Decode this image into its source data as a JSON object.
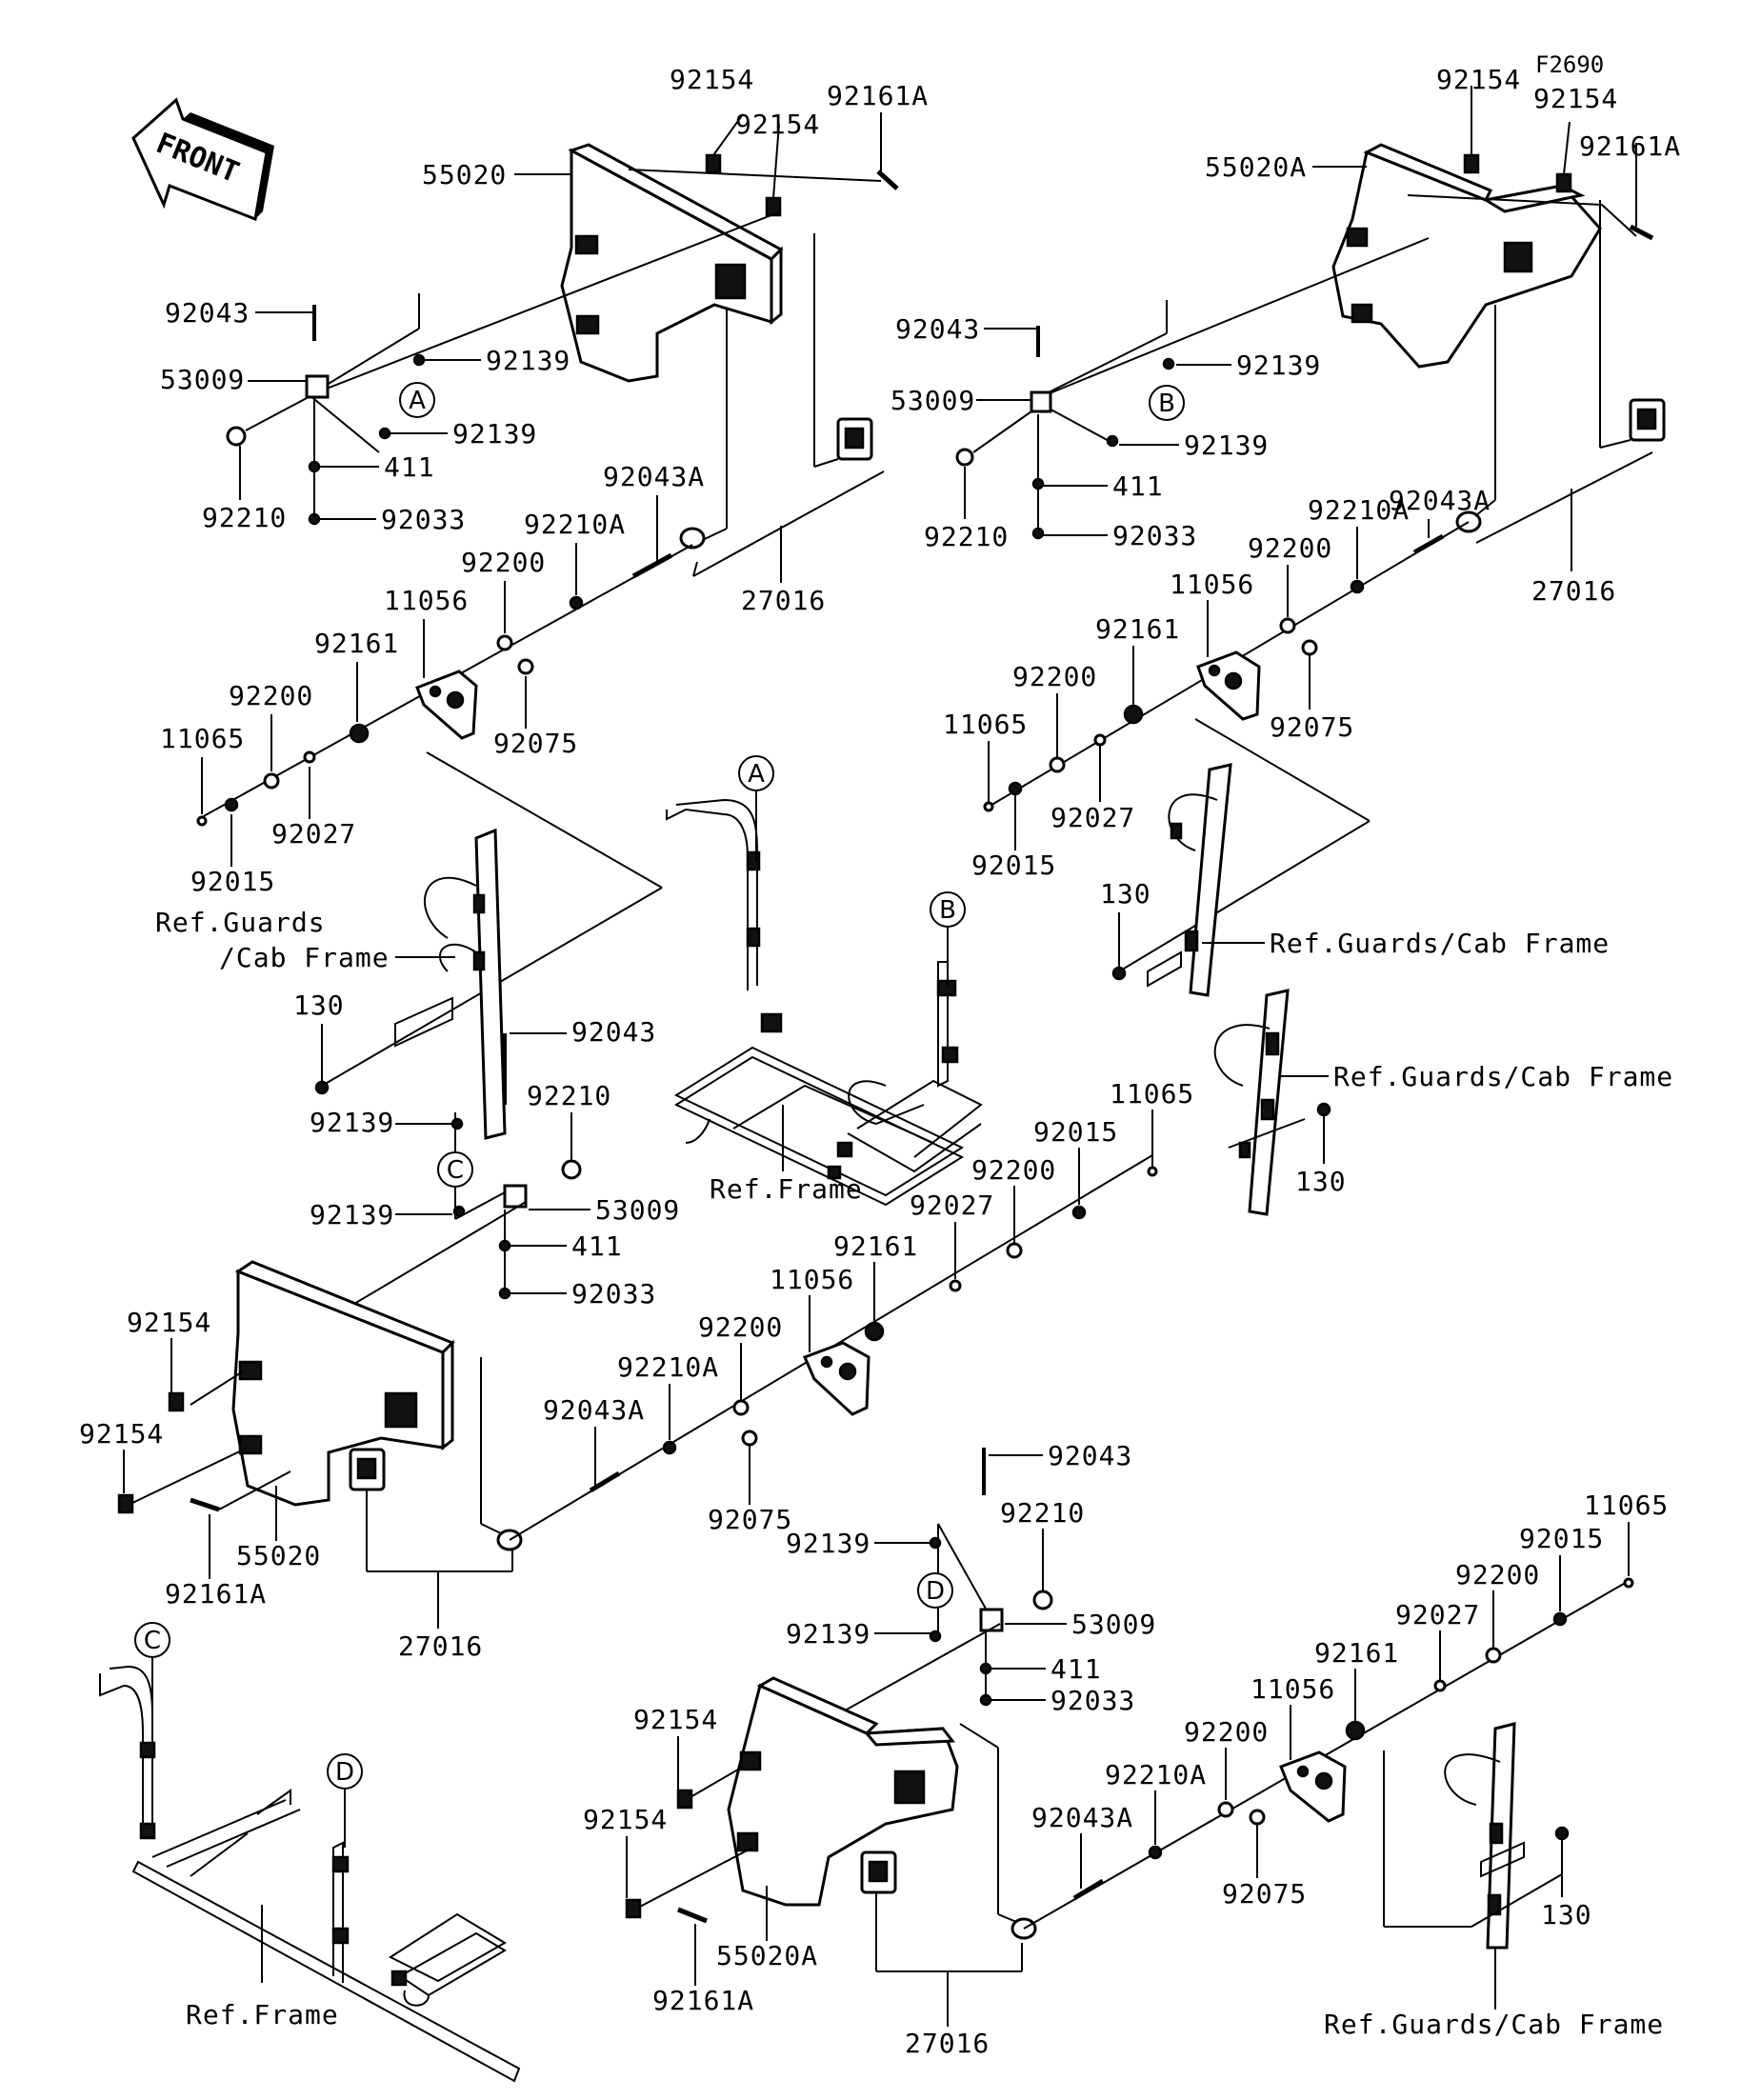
{
  "figure_code": "F2690",
  "front_arrow": "FRONT",
  "callouts": [
    "A",
    "B",
    "C",
    "D"
  ],
  "labels": {
    "q1": {
      "p92154a": "92154",
      "p92154b": "92154",
      "p92161A": "92161A",
      "p55020": "55020",
      "p92043": "92043",
      "p53009": "53009",
      "p92139a": "92139",
      "p92139b": "92139",
      "p411": "411",
      "p92210": "92210",
      "p92033": "92033",
      "p92043A": "92043A",
      "p92210A": "92210A",
      "p92200a": "92200",
      "p11056": "11056",
      "p27016": "27016",
      "p92161": "92161",
      "p92200b": "92200",
      "p11065": "11065",
      "p92027": "92027",
      "p92015": "92015",
      "p92075": "92075",
      "p130": "130",
      "ref_guards_1": "Ref.Guards",
      "ref_guards_2": "/Cab Frame"
    },
    "q2": {
      "p92154a": "92154",
      "p92154b": "92154",
      "p92161A": "92161A",
      "p55020A": "55020A",
      "p92043": "92043",
      "p53009": "53009",
      "p92139a": "92139",
      "p92139b": "92139",
      "p411": "411",
      "p92210": "92210",
      "p92033": "92033",
      "p92043A": "92043A",
      "p92210A": "92210A",
      "p92200a": "92200",
      "p11056": "11056",
      "p27016": "27016",
      "p92161": "92161",
      "p92200b": "92200",
      "p11065": "11065",
      "p92027": "92027",
      "p92015": "92015",
      "p92075": "92075",
      "p130": "130",
      "ref_guards": "Ref.Guards/Cab Frame"
    },
    "center": {
      "ref_frame": "Ref.Frame"
    },
    "q3": {
      "p92043": "92043",
      "p92139a": "92139",
      "p92210": "92210",
      "p53009": "53009",
      "p92139b": "92139",
      "p411": "411",
      "p92033": "92033",
      "p92154a": "92154",
      "p92154b": "92154",
      "p55020": "55020",
      "p92161A": "92161A",
      "p27016": "27016",
      "p92043A": "92043A",
      "p92210A": "92210A",
      "p92200a": "92200",
      "p92075": "92075",
      "p11056": "11056",
      "p92161": "92161",
      "p92027": "92027",
      "p92200b": "92200",
      "p92015": "92015",
      "p11065": "11065",
      "p130": "130",
      "ref_guards": "Ref.Guards/Cab Frame"
    },
    "q4": {
      "p92043": "92043",
      "p92210": "92210",
      "p92139a": "92139",
      "p53009": "53009",
      "p92139b": "92139",
      "p411": "411",
      "p92033": "92033",
      "p92154a": "92154",
      "p92154b": "92154",
      "p55020A": "55020A",
      "p92161A": "92161A",
      "p27016": "27016",
      "p92043A": "92043A",
      "p92210A": "92210A",
      "p92200a": "92200",
      "p92075": "92075",
      "p11056": "11056",
      "p92161": "92161",
      "p92027": "92027",
      "p92200b": "92200",
      "p92015": "92015",
      "p11065": "11065",
      "p130": "130",
      "ref_guards": "Ref.Guards/Cab Frame",
      "ref_frame": "Ref.Frame"
    }
  }
}
